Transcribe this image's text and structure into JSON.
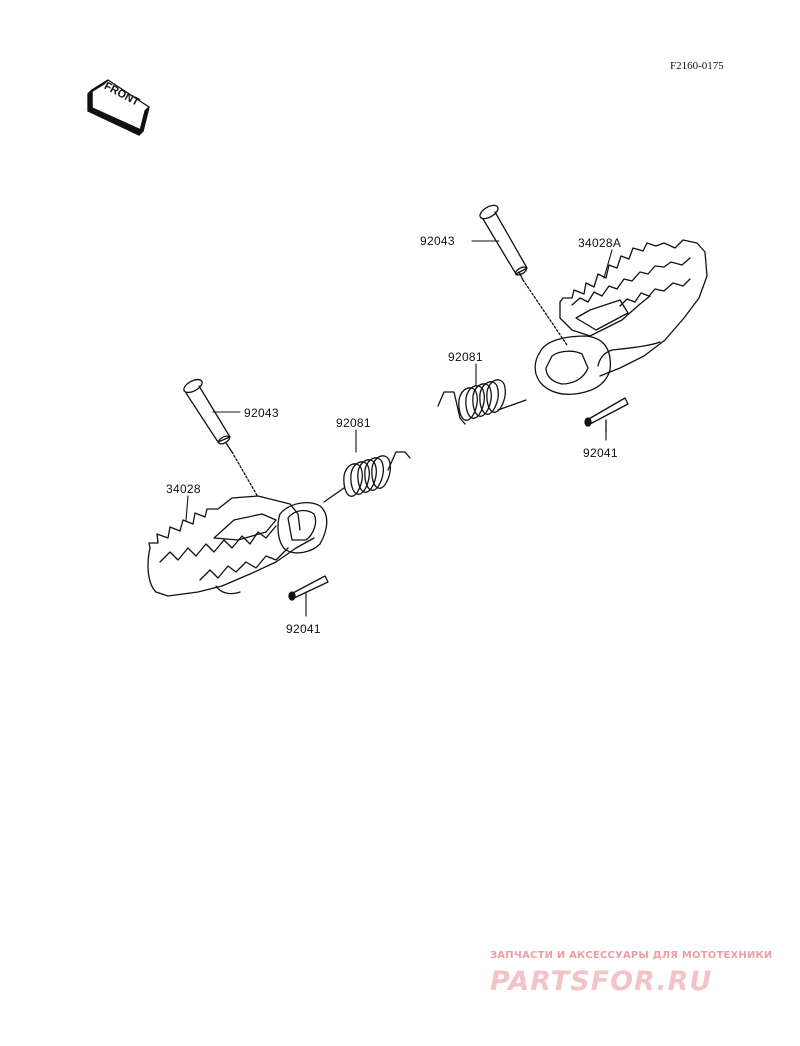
{
  "diagram_code": "F2160-0175",
  "front_arrow": {
    "label": "FRONT",
    "icon": "front-arrow-icon"
  },
  "parts": {
    "right_footpeg": "34028A",
    "right_pin": "92043",
    "right_spring": "92081",
    "right_cotter_pin": "92041",
    "left_footpeg": "34028",
    "left_pin": "92043",
    "left_spring": "92081",
    "left_cotter_pin": "92041"
  },
  "watermark": {
    "tagline": "ЗАПЧАСТИ И АКСЕССУАРЫ ДЛЯ МОТОТЕХНИКИ",
    "logo": "PARTSFOR.RU"
  },
  "colors": {
    "line": "#111111",
    "watermark": "#e8a0a6"
  }
}
